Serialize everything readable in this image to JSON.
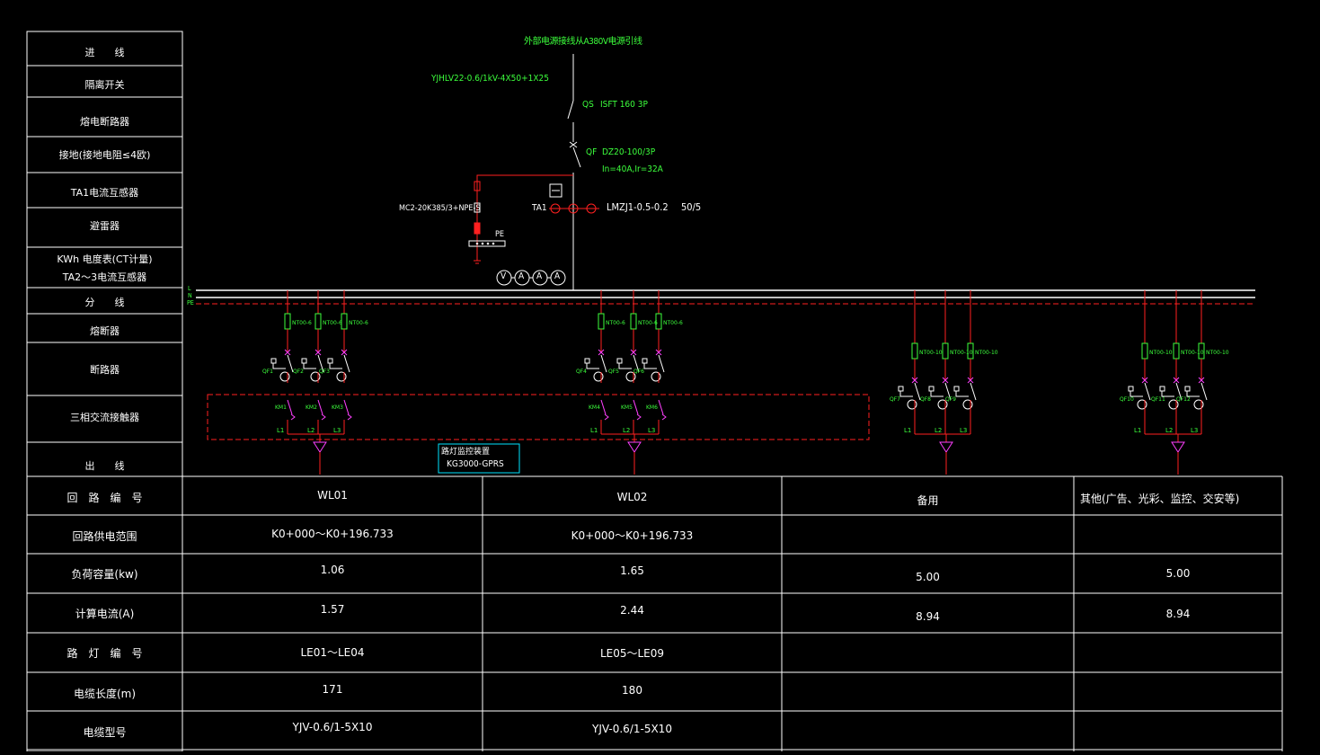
{
  "incoming": {
    "title": "外部电源接线从A380V电源引线",
    "cable": "YJHLV22-0.6/1kV-4X50+1X25",
    "qs_tag": "QS",
    "qs_model": "ISFT 160 3P",
    "qf_tag": "QF",
    "qf_model": "DZ20-100/3P",
    "qf_rating": "In=40A,Ir=32A",
    "spd_model": "MC2-20K385/3+NPE-S",
    "pe_label": "PE",
    "ta1_tag": "TA1",
    "ct_model": "LMZJ1-0.5-0.2",
    "ct_ratio": "50/5",
    "meters": [
      "V",
      "A",
      "A",
      "A"
    ]
  },
  "left_labels": [
    "进　　线",
    "隔离开关",
    "熔电断路器",
    "接地(接地电阻≤4欧)",
    "TA1电流互感器",
    "避雷器",
    "KWh 电度表(CT计量)",
    "TA2～3电流互感器",
    "分　　线",
    "熔断器",
    "断路器",
    "三相交流接触器",
    "出　　线"
  ],
  "bus": {
    "labels": [
      "L",
      "N",
      "PE"
    ]
  },
  "groups": [
    {
      "fuses": [
        "NT00-6",
        "NT00-6",
        "NT00-6"
      ],
      "breakers": [
        "QF1",
        "QF2",
        "QF3"
      ],
      "contactors": [
        "KM1",
        "KM2",
        "KM3"
      ],
      "phases": [
        "L1",
        "L2",
        "L3"
      ]
    },
    {
      "fuses": [
        "NT00-6",
        "NT00-6",
        "NT00-6"
      ],
      "breakers": [
        "QF4",
        "QF5",
        "QF6"
      ],
      "contactors": [
        "KM4",
        "KM5",
        "KM6"
      ],
      "phases": [
        "L1",
        "L2",
        "L3"
      ]
    },
    {
      "fuses": [
        "NT00-10",
        "NT00-10",
        "NT00-10"
      ],
      "breakers": [
        "QF7",
        "QF8",
        "QF9"
      ],
      "contactors": [],
      "phases": [
        "L1",
        "L2",
        "L3"
      ]
    },
    {
      "fuses": [
        "NT00-10",
        "NT00-10",
        "NT00-10"
      ],
      "breakers": [
        "QF10",
        "QF11",
        "QF12"
      ],
      "contactors": [],
      "phases": [
        "L1",
        "L2",
        "L3"
      ]
    }
  ],
  "monitor": {
    "title": "路灯监控装置",
    "model": "KG3000-GPRS"
  },
  "table": {
    "row_labels": [
      "回　路　编　号",
      "回路供电范围",
      "负荷容量(kw)",
      "计算电流(A)",
      "路　灯　编　号",
      "电缆长度(m)",
      "电缆型号"
    ],
    "columns": [
      [
        "WL01",
        "K0+000～K0+196.733",
        "1.06",
        "1.57",
        "LE01～LE04",
        "171",
        "YJV-0.6/1-5X10"
      ],
      [
        "WL02",
        "K0+000～K0+196.733",
        "1.65",
        "2.44",
        "LE05～LE09",
        "180",
        "YJV-0.6/1-5X10"
      ],
      [
        "备用",
        "",
        "5.00",
        "8.94",
        "",
        "",
        ""
      ],
      [
        "其他(广告、光彩、监控、交安等)",
        "",
        "5.00",
        "8.94",
        "",
        "",
        ""
      ]
    ]
  },
  "colors": {
    "background": "#000000",
    "line": "#ffffff",
    "feeder": "#ff2020",
    "dash": "#ff2020",
    "label_green": "#3cff3c",
    "label_cyan": "#00e5ff",
    "breaker": "#ff40ff"
  }
}
